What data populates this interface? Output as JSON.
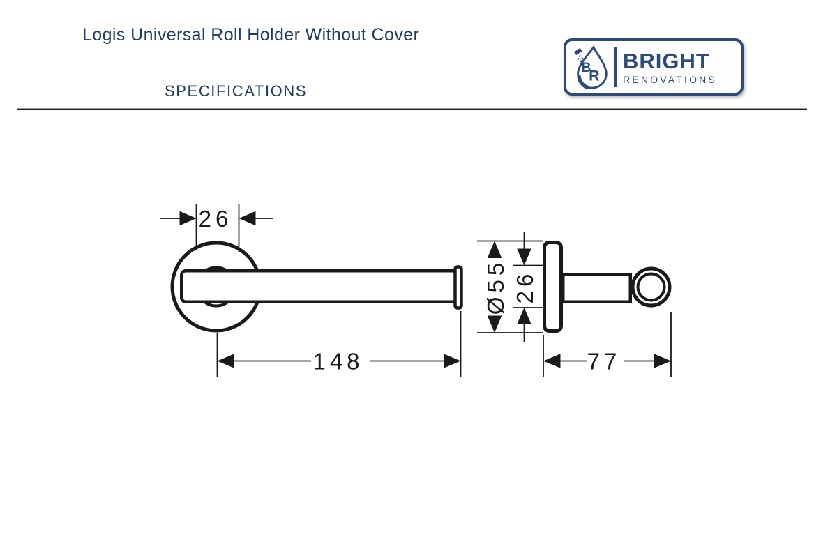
{
  "header": {
    "title": "Logis Universal Roll Holder Without Cover",
    "subtitle": "SPECIFICATIONS"
  },
  "logo": {
    "monogram_b": "B",
    "monogram_r": "R",
    "name_line1": "BRIGHT",
    "name_line2": "RENOVATIONS",
    "accent_color": "#2c4a7c"
  },
  "drawing": {
    "type": "technical-dimension-diagram",
    "product": "toilet roll holder",
    "units": "mm",
    "line_color": "#1a1a1a",
    "front_view": {
      "name": "front view",
      "dimensions": {
        "post_width": "26",
        "arm_length": "148"
      }
    },
    "side_view": {
      "name": "side view",
      "dimensions": {
        "plate_diameter": "Ø55",
        "post_diameter": "26",
        "depth": "77"
      }
    }
  },
  "colors": {
    "title_navy": "#1f3c64",
    "logo_navy": "#2c4a7c",
    "line_black": "#1a1a1a"
  }
}
